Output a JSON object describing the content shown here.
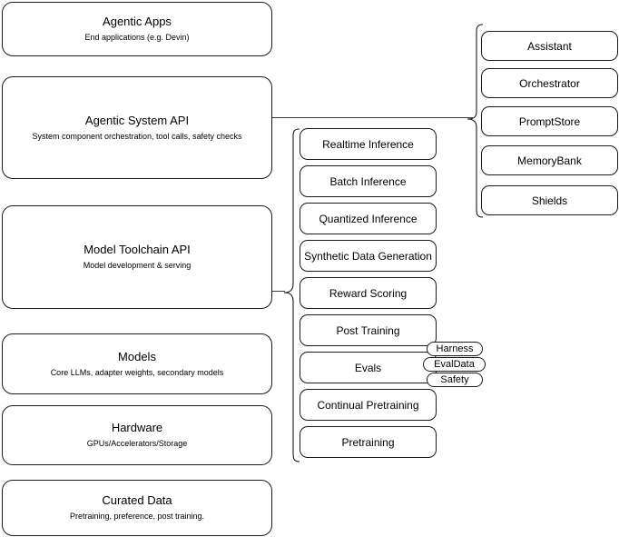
{
  "diagram": {
    "title": "AI stack layered architecture",
    "line_color": "#1a1a1a",
    "background_color": "#ffffff"
  },
  "stack_layers": [
    {
      "id": "agentic-apps",
      "title": "Agentic Apps",
      "subtitle": "End applications (e.g. Devin)"
    },
    {
      "id": "agentic-system-api",
      "title": "Agentic System API",
      "subtitle": "System component orchestration, tool calls, safety checks"
    },
    {
      "id": "model-toolchain-api",
      "title": "Model Toolchain API",
      "subtitle": "Model development & serving"
    },
    {
      "id": "models",
      "title": "Models",
      "subtitle": "Core LLMs, adapter weights, secondary models"
    },
    {
      "id": "hardware",
      "title": "Hardware",
      "subtitle": "GPUs/Accelerators/Storage"
    },
    {
      "id": "curated-data",
      "title": "Curated Data",
      "subtitle": "Pretraining, preference, post training."
    }
  ],
  "toolchain_capabilities": [
    {
      "id": "realtime-inference",
      "label": "Realtime Inference"
    },
    {
      "id": "batch-inference",
      "label": "Batch Inference"
    },
    {
      "id": "quantized-inference",
      "label": "Quantized Inference"
    },
    {
      "id": "synthetic-data-generation",
      "label": "Synthetic Data Generation"
    },
    {
      "id": "reward-scoring",
      "label": "Reward Scoring"
    },
    {
      "id": "post-training",
      "label": "Post Training"
    },
    {
      "id": "evals",
      "label": "Evals"
    },
    {
      "id": "continual-pretraining",
      "label": "Continual Pretraining"
    },
    {
      "id": "pretraining",
      "label": "Pretraining"
    }
  ],
  "evals_badges": [
    {
      "id": "harness",
      "label": "Harness"
    },
    {
      "id": "evaldata",
      "label": "EvalData"
    },
    {
      "id": "safety",
      "label": "Safety"
    }
  ],
  "system_components": [
    {
      "id": "assistant",
      "label": "Assistant"
    },
    {
      "id": "orchestrator",
      "label": "Orchestrator"
    },
    {
      "id": "promptstore",
      "label": "PromptStore"
    },
    {
      "id": "memorybank",
      "label": "MemoryBank"
    },
    {
      "id": "shields",
      "label": "Shields"
    }
  ]
}
